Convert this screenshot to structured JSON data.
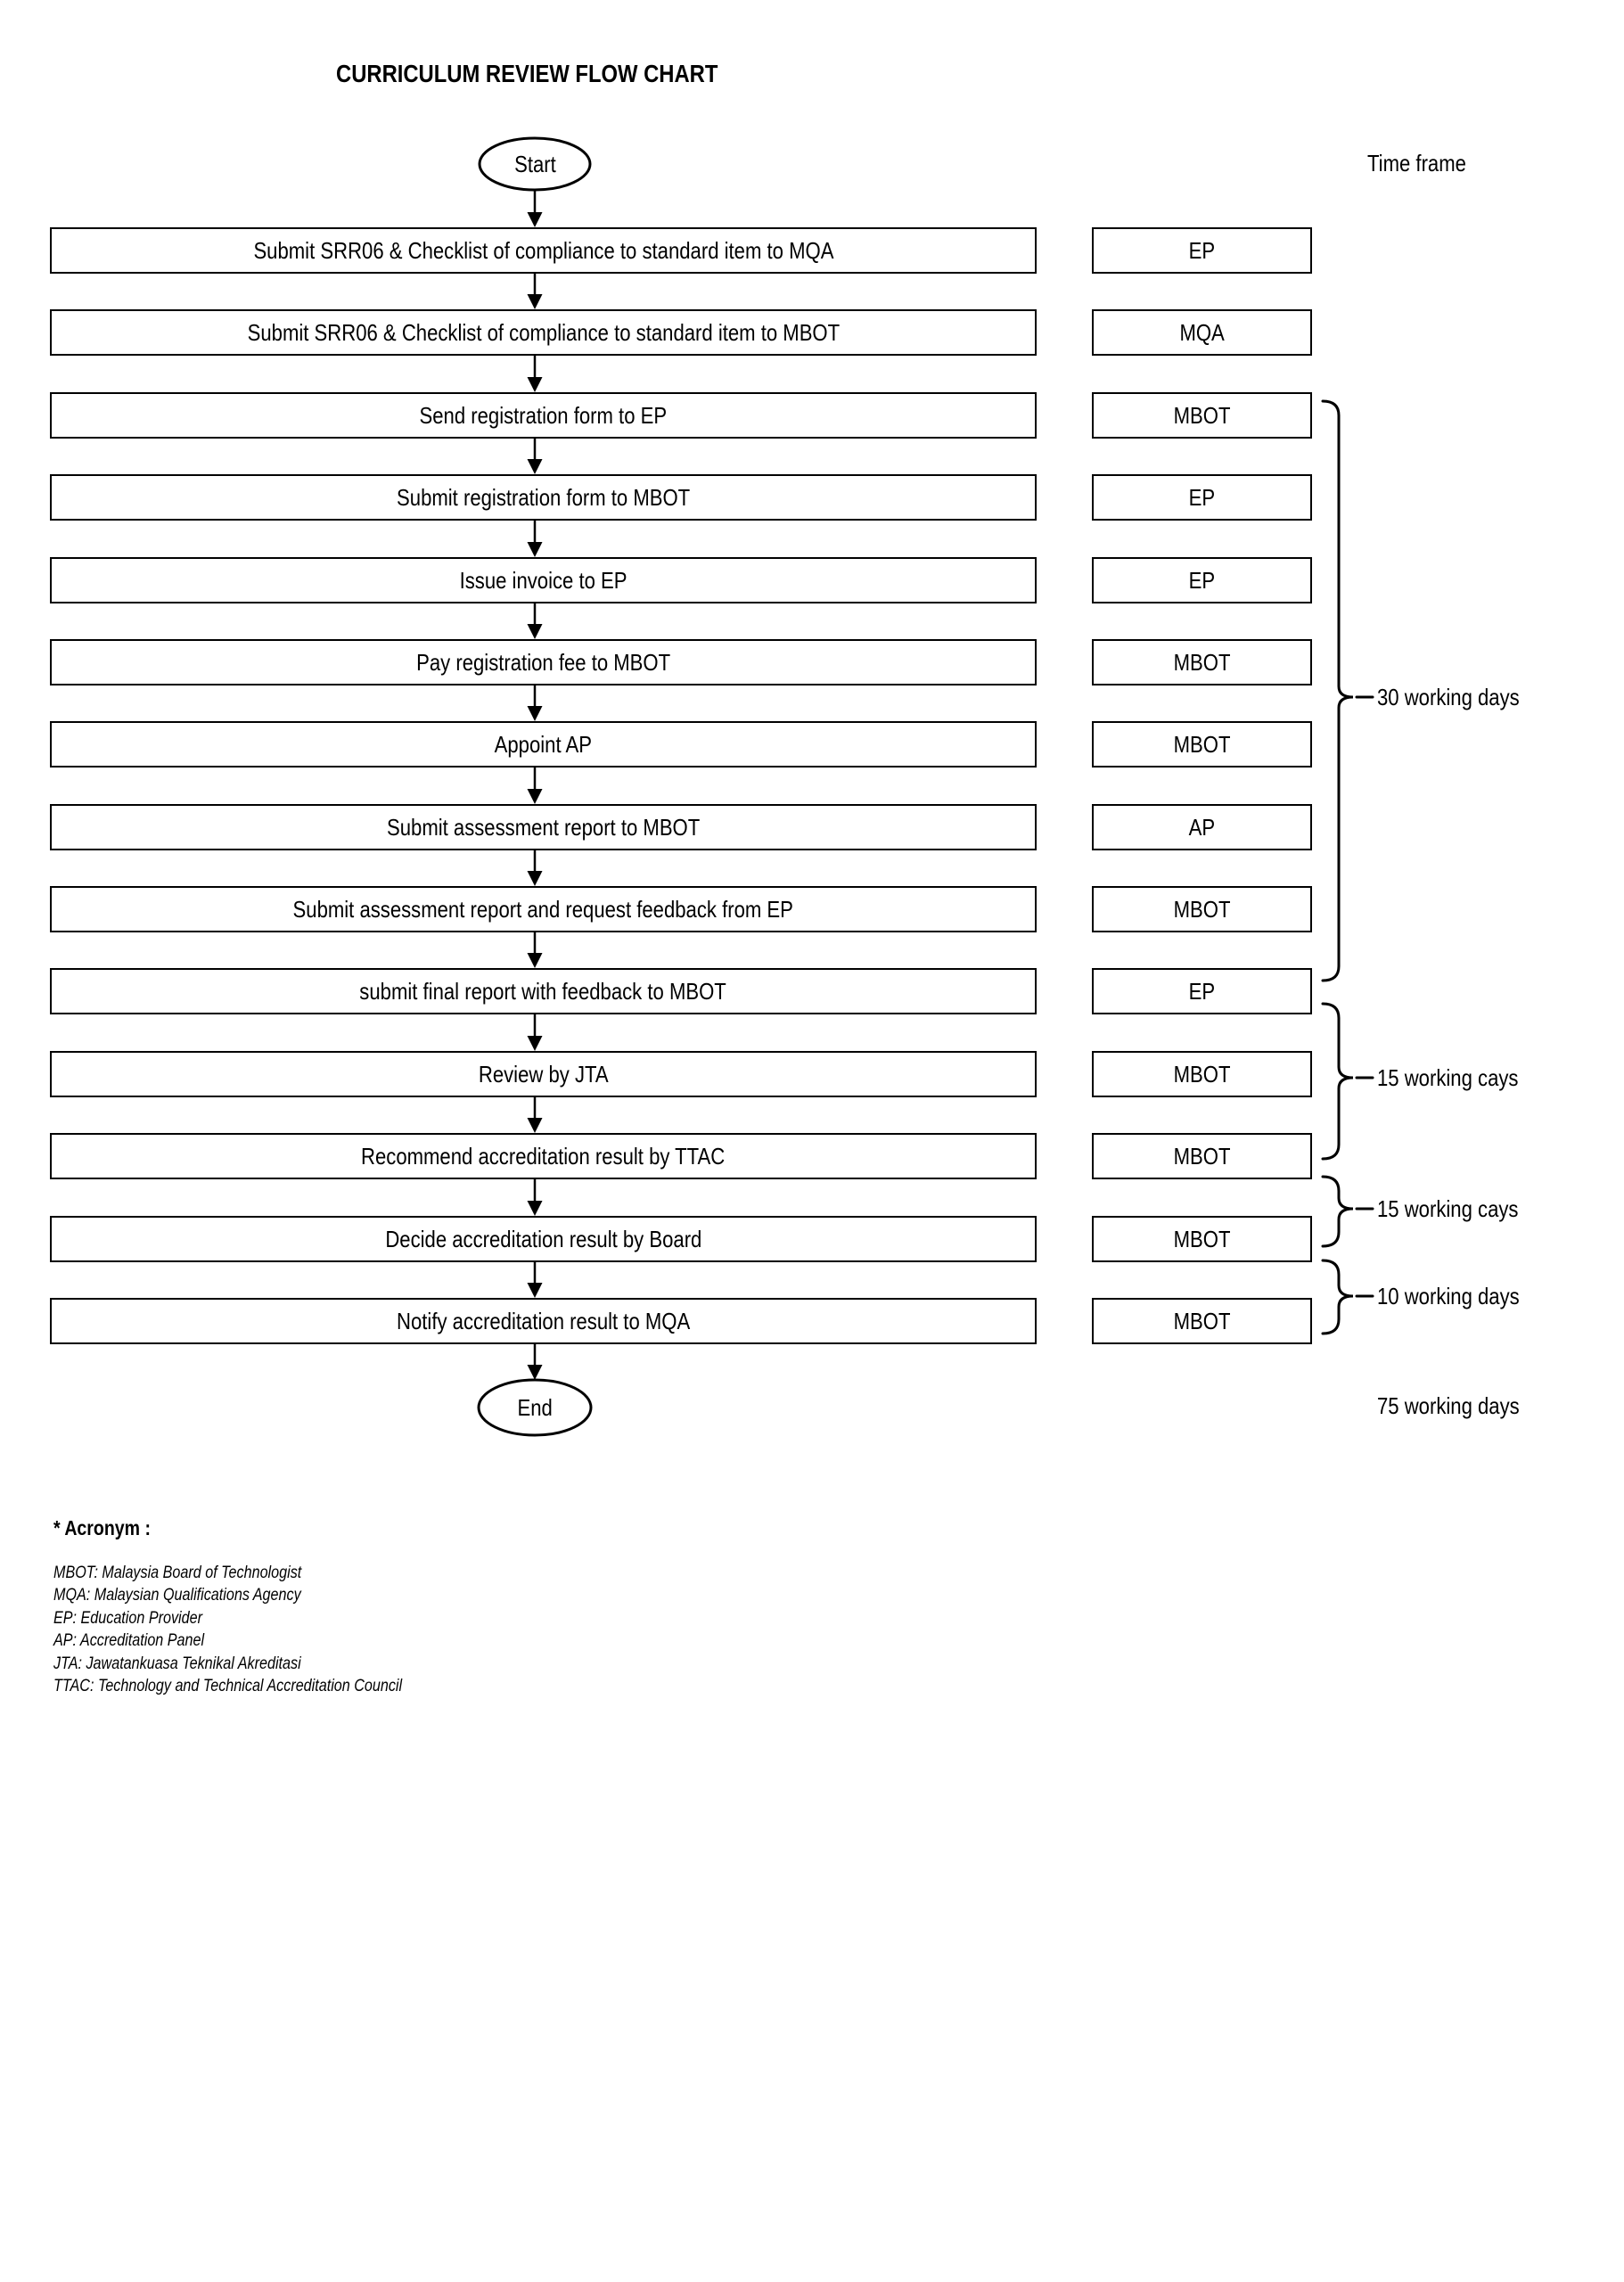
{
  "title": "CURRICULUM REVIEW FLOW CHART",
  "colors": {
    "ink": "#000000",
    "background": "#ffffff"
  },
  "flow": {
    "start_label": "Start",
    "end_label": "End",
    "steps": [
      {
        "label": "Submit SRR06 & Checklist of compliance to standard item to MQA",
        "actor": "EP"
      },
      {
        "label": "Submit SRR06 & Checklist of compliance to standard item to MBOT",
        "actor": "MQA"
      },
      {
        "label": "Send registration form to EP",
        "actor": "MBOT"
      },
      {
        "label": "Submit registration form to MBOT",
        "actor": "EP"
      },
      {
        "label": "Issue invoice to EP",
        "actor": "EP"
      },
      {
        "label": "Pay registration fee to MBOT",
        "actor": "MBOT"
      },
      {
        "label": "Appoint AP",
        "actor": "MBOT"
      },
      {
        "label": "Submit assessment report to MBOT",
        "actor": "AP"
      },
      {
        "label": "Submit assessment report and request feedback from EP",
        "actor": "MBOT"
      },
      {
        "label": "submit final report with feedback to MBOT",
        "actor": "EP"
      },
      {
        "label": "Review by JTA",
        "actor": "MBOT"
      },
      {
        "label": "Recommend accreditation result by TTAC",
        "actor": "MBOT"
      },
      {
        "label": "Decide accreditation result by Board",
        "actor": "MBOT"
      },
      {
        "label": "Notify accreditation result to MQA",
        "actor": "MBOT"
      }
    ]
  },
  "timeframe": {
    "header": "Time frame",
    "braces": [
      {
        "label": "30 working days",
        "from_step": 3,
        "to_step": 10
      },
      {
        "label": "15 working cays",
        "from_step": 10,
        "to_step": 12
      },
      {
        "label": "15 working cays",
        "from_step": 12,
        "to_step": 13
      },
      {
        "label": "10 working days",
        "from_step": 13,
        "to_step": 14
      }
    ],
    "total_label": "75 working days"
  },
  "acronyms": {
    "header": "* Acronym :",
    "items": [
      "MBOT: Malaysia Board of Technologist",
      "MQA: Malaysian Qualifications Agency",
      "EP: Education Provider",
      "AP: Accreditation Panel",
      "JTA: Jawatankuasa Teknikal Akreditasi",
      "TTAC: Technology and Technical Accreditation Council"
    ]
  }
}
